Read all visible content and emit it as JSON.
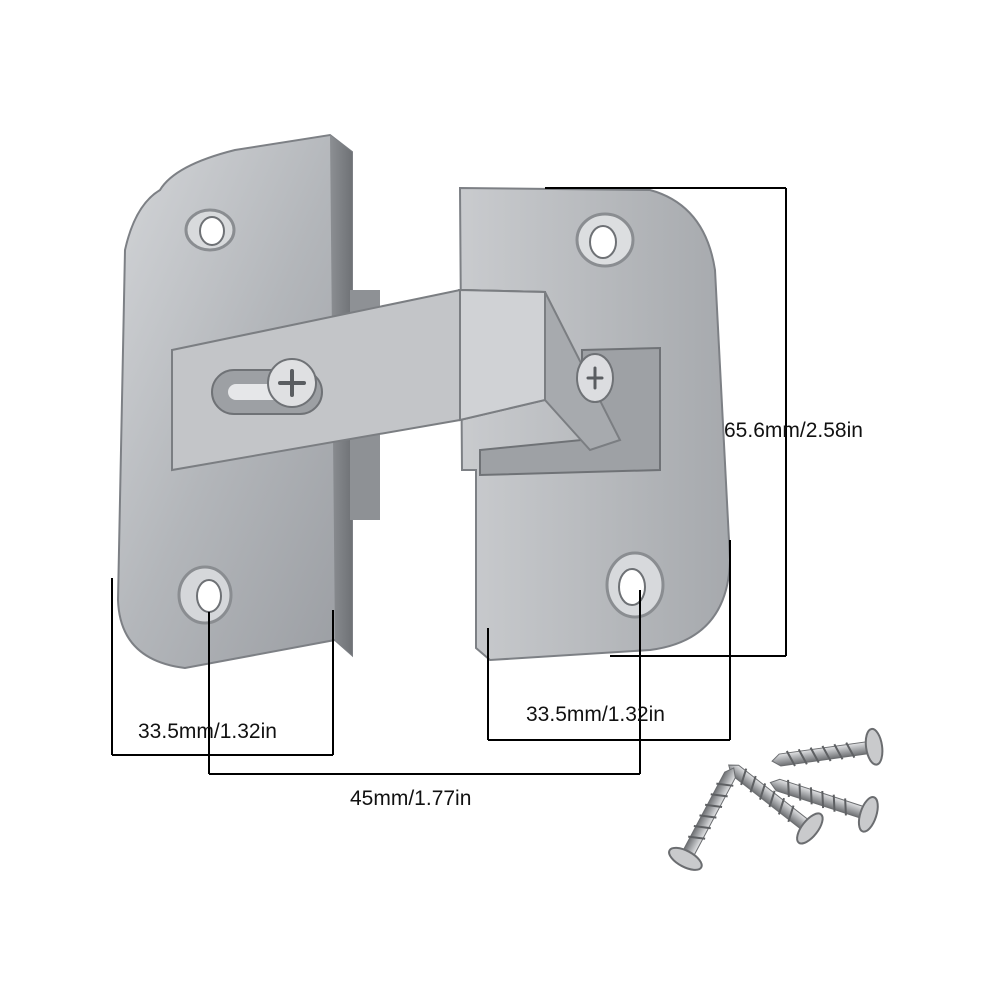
{
  "product": {
    "name_icon": "hinge-icon",
    "material_color": "#b9bcc0",
    "dimension_line_color": "#000000"
  },
  "dimensions": {
    "height": "65.6mm/2.58in",
    "left_plate_width": "33.5mm/1.32in",
    "right_plate_width": "33.5mm/1.32in",
    "hole_center_distance": "45mm/1.77in"
  },
  "accessories": {
    "screw_count": 4,
    "icon": "screw-icon"
  }
}
